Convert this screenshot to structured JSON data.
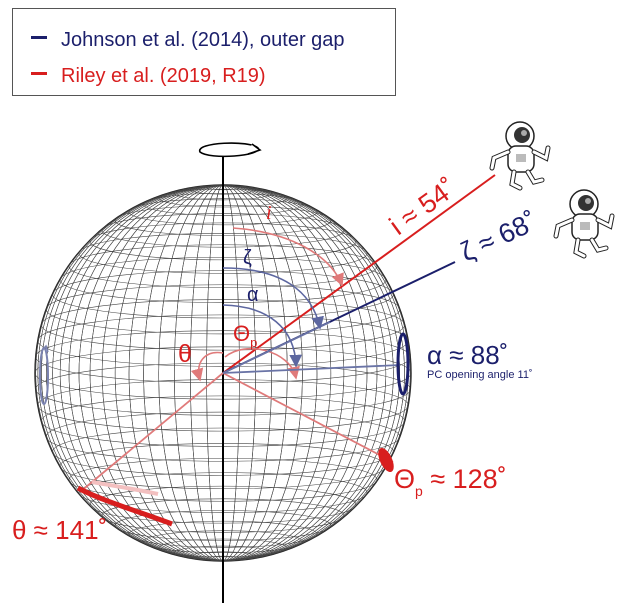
{
  "colors": {
    "blue": "#1b1f6b",
    "blue_light": "#6a74a6",
    "red": "#d81e1e",
    "red_light": "#e88b8b",
    "grid": "#333333"
  },
  "legend": {
    "items": [
      {
        "label": "Johnson et al. (2014), outer gap",
        "color": "#1b1f6b"
      },
      {
        "label": "Riley et al. (2019, R19)",
        "color": "#d81e1e"
      }
    ]
  },
  "labels": {
    "i_main": "i ≈ 54˚",
    "zeta_main": "ζ ≈ 68˚",
    "alpha_main": "α ≈ 88˚",
    "pc_opening": "PC opening angle 11˚",
    "theta_p_sym": "Θ",
    "theta_p_sub": "p",
    "theta_p_val": " ≈ 128˚",
    "theta_main": "θ ≈ 141˚",
    "arc_i": "i",
    "arc_zeta": "ζ",
    "arc_alpha": "α",
    "arc_theta_p_sym": "Θ",
    "arc_theta_p_sub": "p",
    "arc_theta": "θ"
  },
  "icons": {
    "astronaut_1": "astronaut-icon",
    "astronaut_2": "astronaut-icon",
    "rotation": "rotation-arrow-icon"
  }
}
